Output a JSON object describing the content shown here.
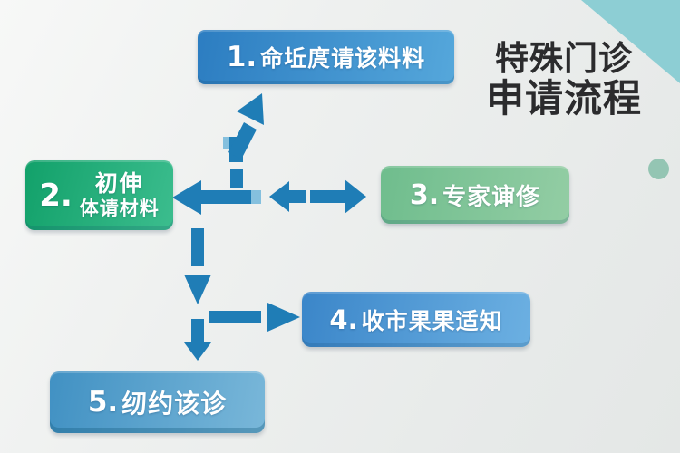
{
  "title": {
    "line1": "特殊门诊",
    "line2": "申请流程"
  },
  "steps": [
    {
      "number": "1.",
      "label": "命坵庹请该料料"
    },
    {
      "number": "2.",
      "label_line1": "初伸",
      "label_line2": "体请材料"
    },
    {
      "number": "3.",
      "label": "专家谉俢"
    },
    {
      "number": "4.",
      "label": "收市果果适知"
    },
    {
      "number": "5.",
      "label": "纫约该诊"
    }
  ],
  "colors": {
    "step1_blue_start": "#2c7dc1",
    "step1_blue_end": "#55a7db",
    "step2_green_start": "#12a16a",
    "step2_green_end": "#3cbd8e",
    "step3_light_green_start": "#6fbd8d",
    "step3_light_green_end": "#93cda4",
    "step4_blue_start": "#3b86c9",
    "step4_blue_end": "#6cb0e2",
    "step5_steel_blue_start": "#4191c3",
    "step5_steel_blue_end": "#79b7d9",
    "arrow": "#1f7db6",
    "arrow_highlight": "#85c0de",
    "corner_triangle": "#8dced4",
    "dot": "#94c5b3",
    "title_text": "#2b2b2d",
    "background": "#edefee"
  }
}
